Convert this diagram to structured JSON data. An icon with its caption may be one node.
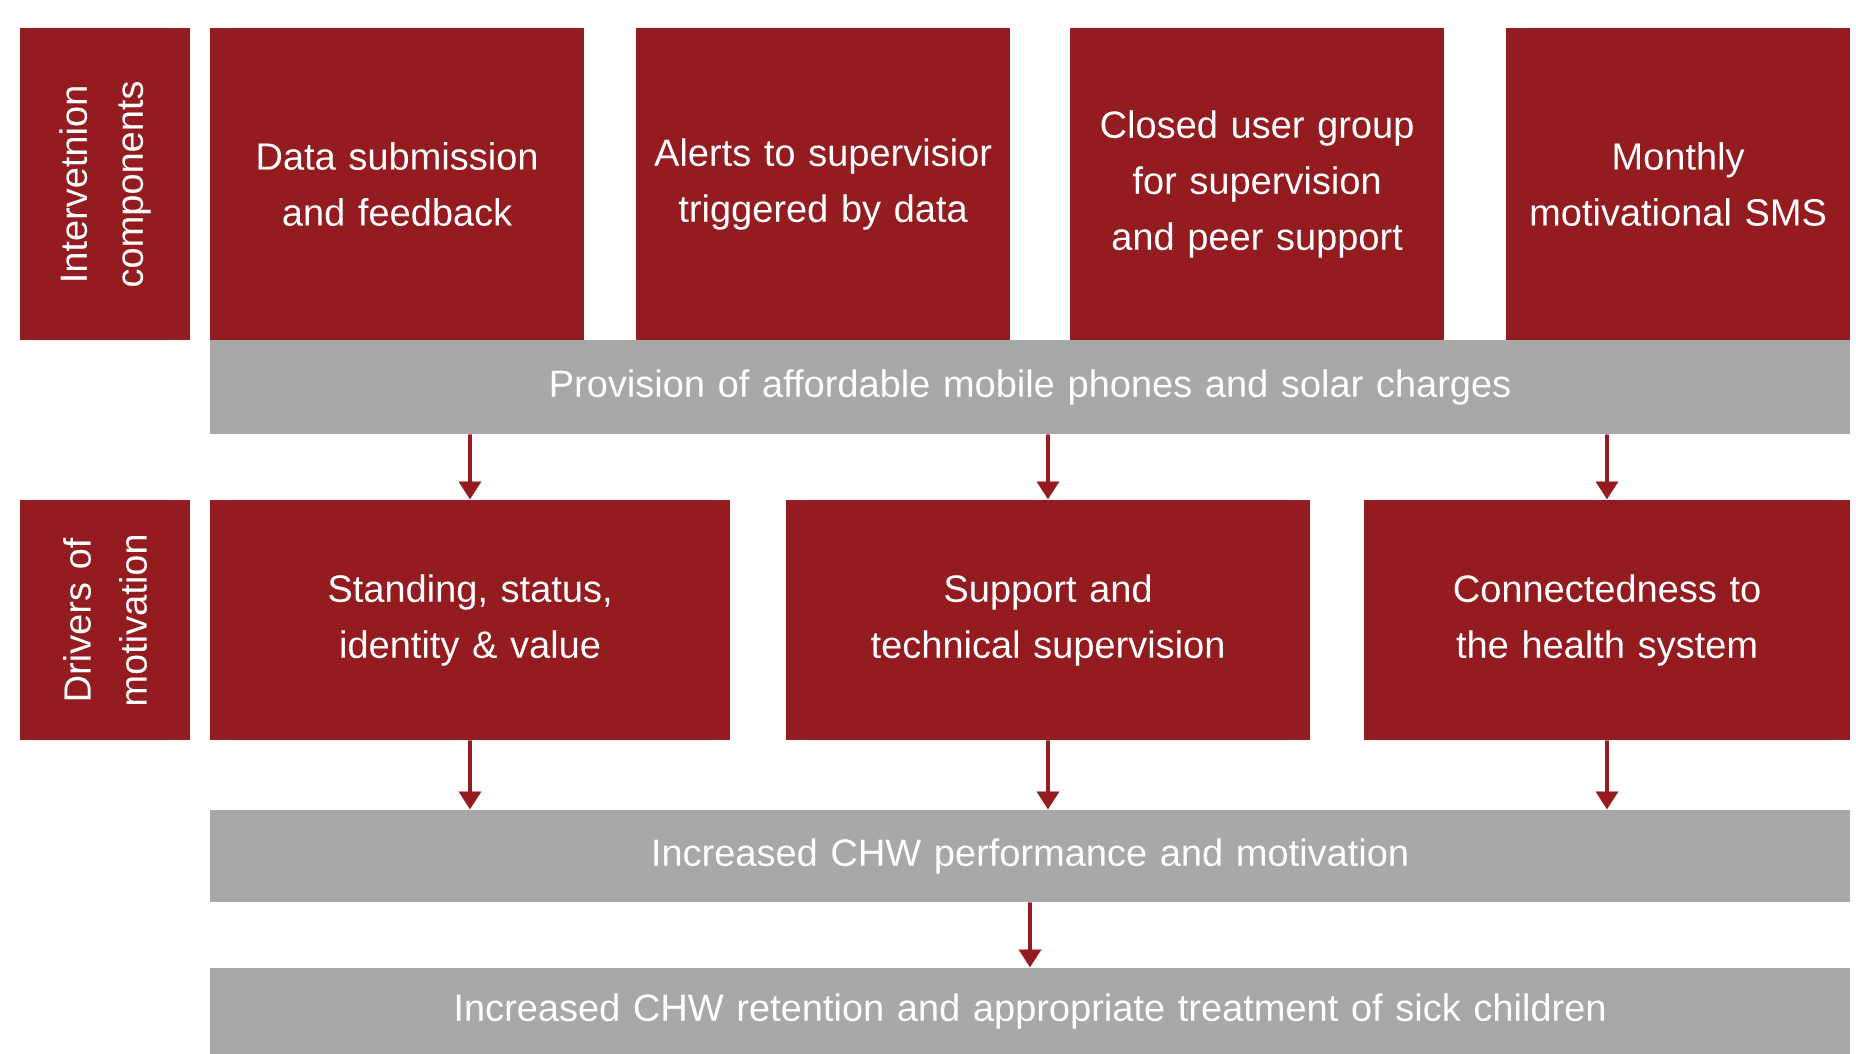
{
  "diagram": {
    "nodes": [
      {
        "text": [
          "Intervetnion components"
        ]
      },
      {
        "text": [
          "Data submission and feedback"
        ]
      },
      {
        "text": [
          "Alerts to supervisior triggered by data"
        ]
      },
      {
        "text": [
          "Closed user group for supervision and peer support"
        ]
      },
      {
        "text": [
          "Monthly motivational SMS"
        ]
      },
      {
        "text": [
          "Provision of affordable mobile phones and solar charges"
        ]
      },
      {
        "text": [
          "Drivers of motivation"
        ]
      },
      {
        "text": [
          "Standing, status, identity & value"
        ]
      },
      {
        "text": [
          "Support and technical supervision"
        ]
      },
      {
        "text": [
          "Connectedness to the health system"
        ]
      },
      {
        "text": [
          "Increased CHW performance and motivation"
        ]
      },
      {
        "text": [
          "Increased CHW retention and appropriate treatment of sick children"
        ]
      }
    ],
    "edges": [
      {
        "from": 5,
        "to": 7,
        "arrow": "to"
      },
      {
        "from": 5,
        "to": 8,
        "arrow": "to"
      },
      {
        "from": 5,
        "to": 9,
        "arrow": "to"
      },
      {
        "from": 7,
        "to": 10,
        "arrow": "to"
      },
      {
        "from": 8,
        "to": 10,
        "arrow": "to"
      },
      {
        "from": 9,
        "to": 10,
        "arrow": "to"
      },
      {
        "from": 10,
        "to": 11,
        "arrow": "to"
      }
    ]
  }
}
